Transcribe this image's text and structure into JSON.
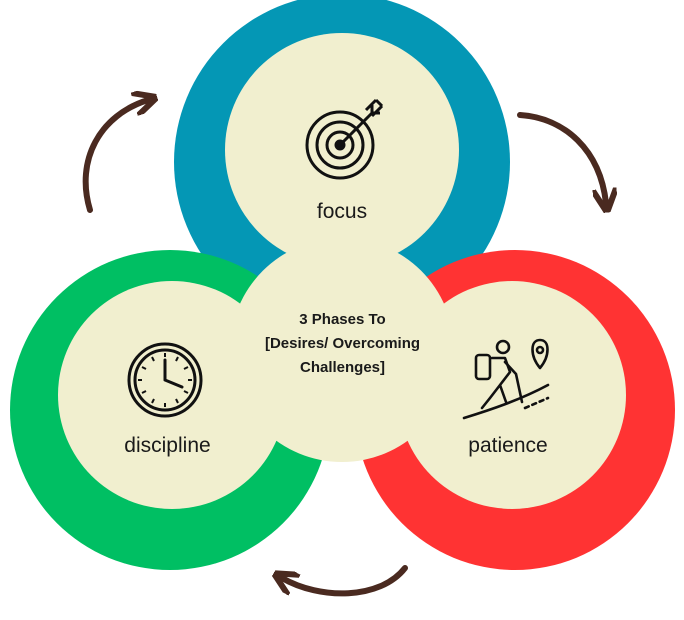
{
  "title": [
    "3 Phases To",
    "[Desires/ Overcoming",
    "Challenges]"
  ],
  "phases": [
    {
      "label": "focus",
      "icon": "target-icon",
      "color": "#0497b5"
    },
    {
      "label": "patience",
      "icon": "hiker-icon",
      "color": "#ff3333"
    },
    {
      "label": "discipline",
      "icon": "clock-icon",
      "color": "#00bf63"
    }
  ],
  "colors": {
    "cream": "#f1efcf",
    "arrow": "#4a2a20"
  }
}
